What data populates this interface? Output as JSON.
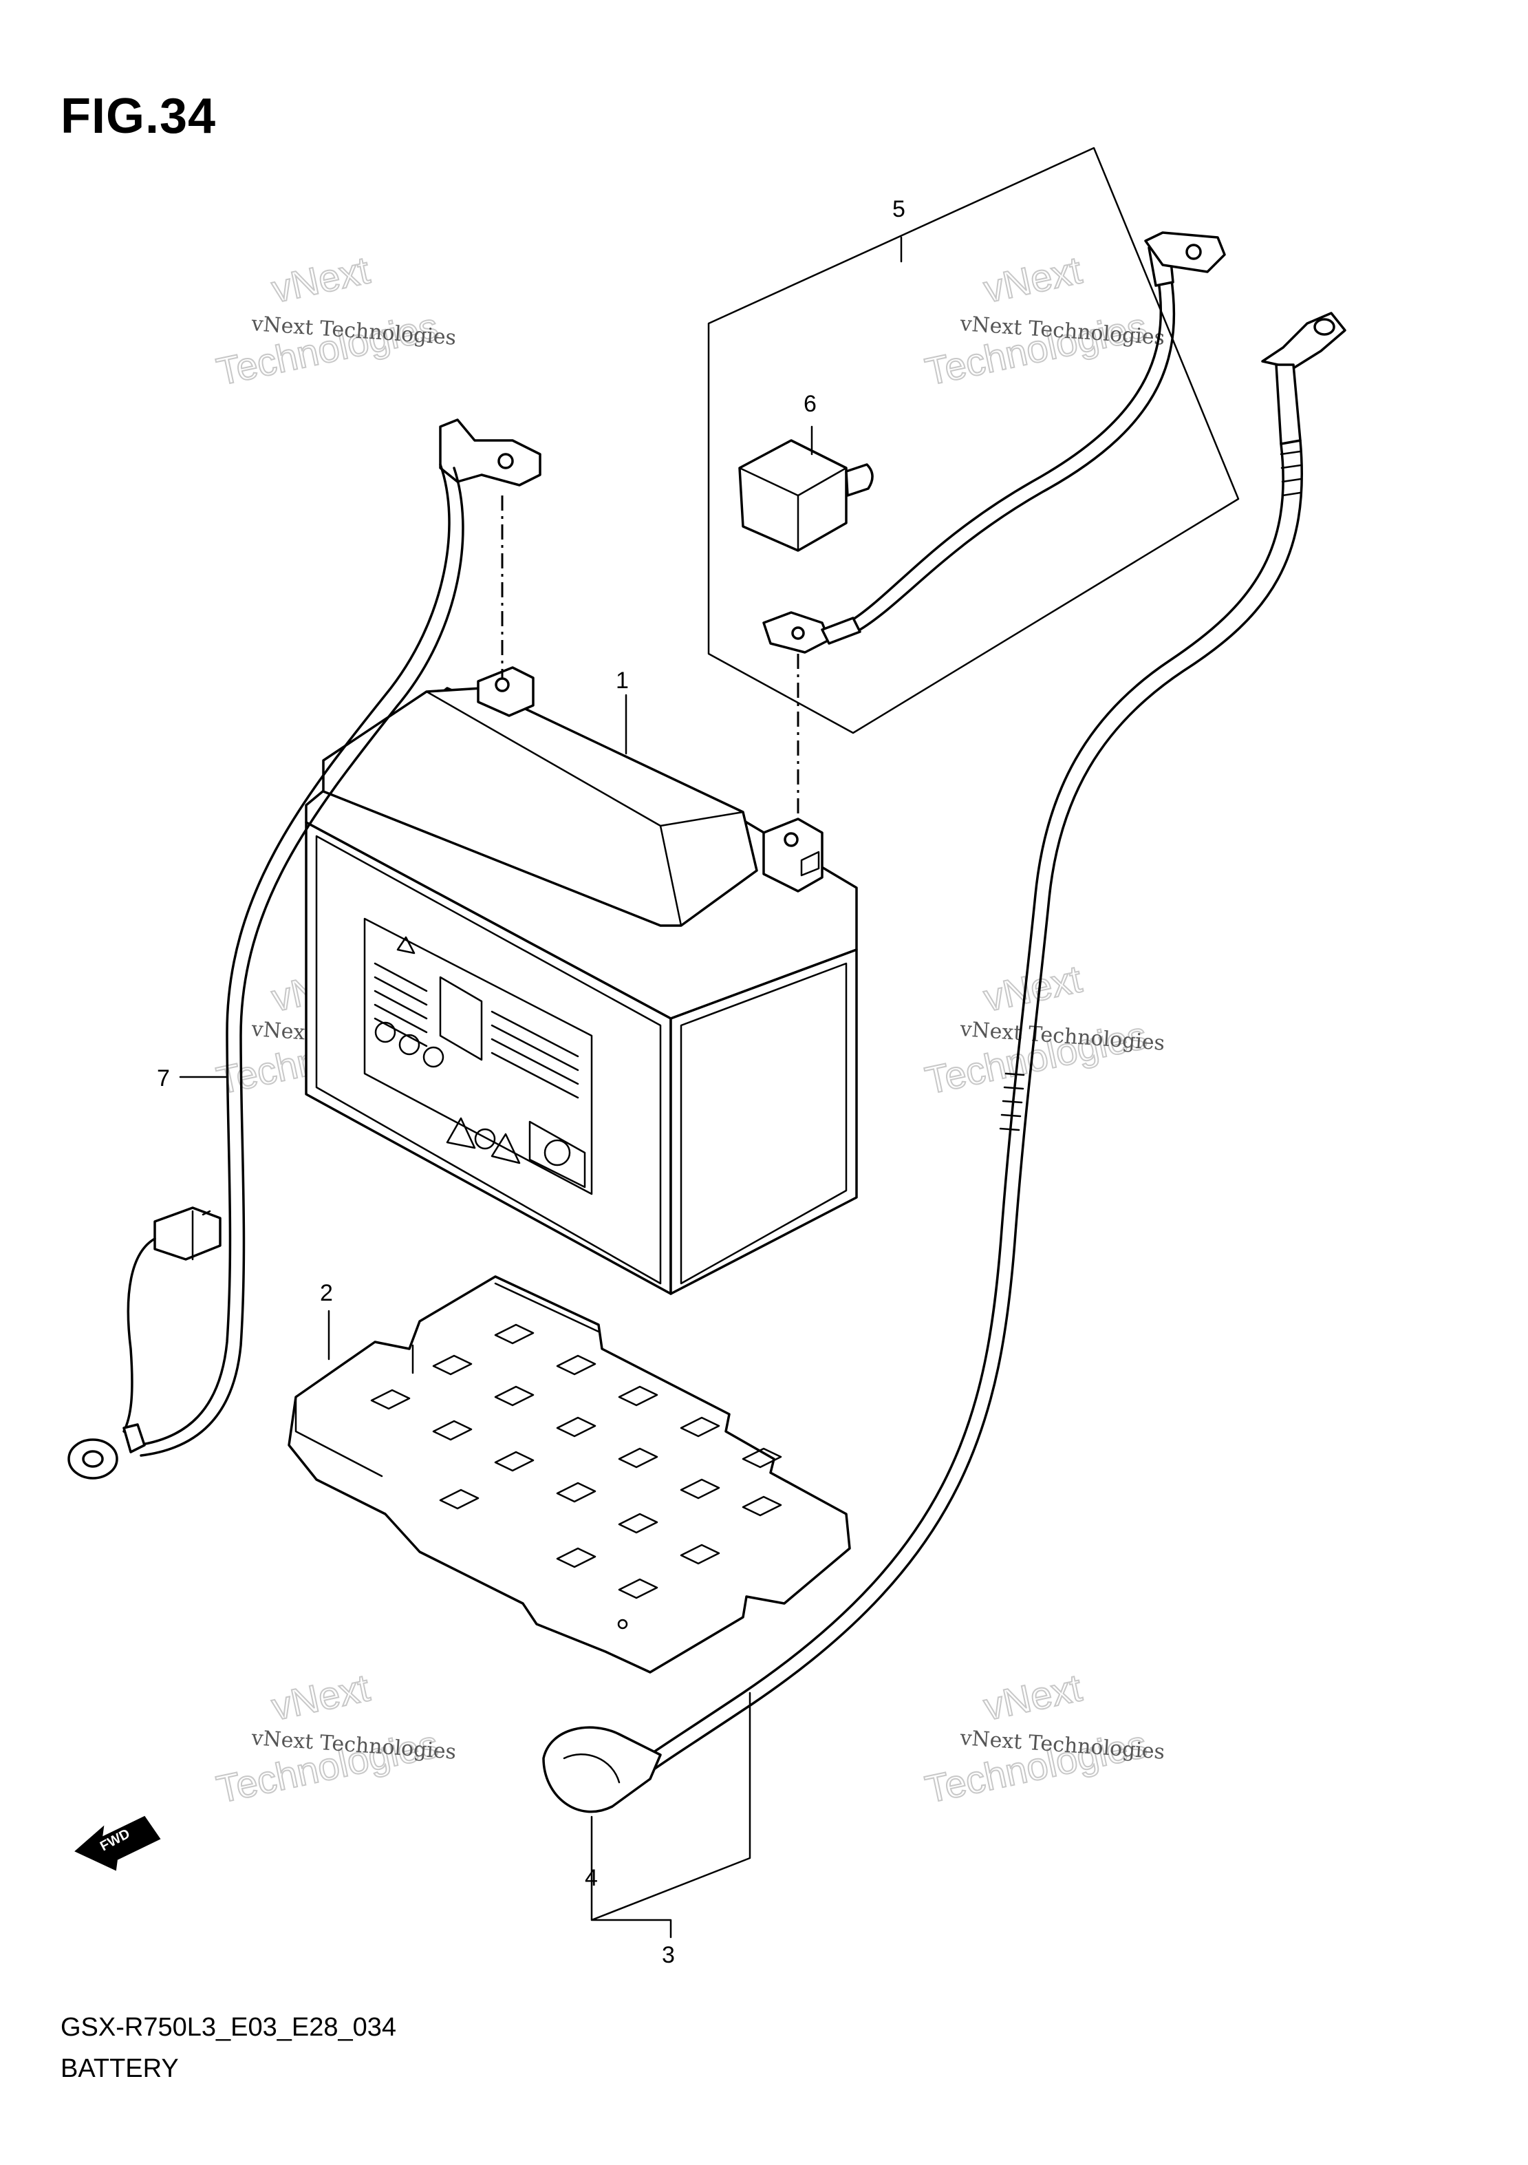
{
  "figure": {
    "title": "FIG.34",
    "code": "GSX-R750L3_E03_E28_034",
    "name": "BATTERY"
  },
  "callouts": [
    "1",
    "2",
    "3",
    "4",
    "5",
    "6",
    "7"
  ],
  "fwd_label": "FWD",
  "watermark": {
    "line1": "vNext Technologies",
    "line2": "vNext",
    "line3": "Technologies"
  }
}
